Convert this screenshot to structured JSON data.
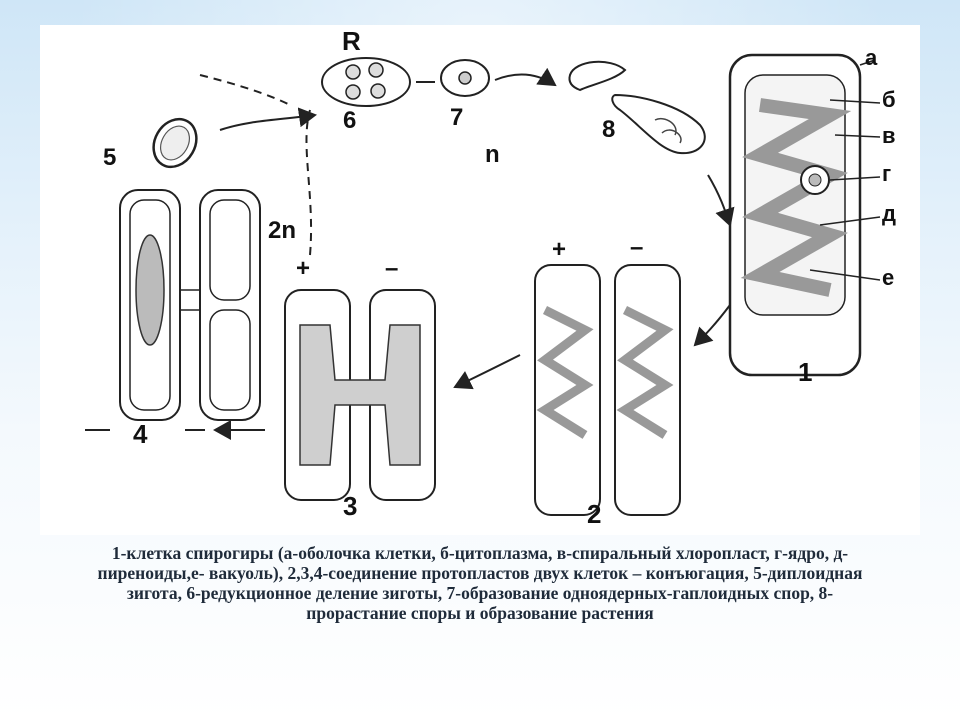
{
  "diagram": {
    "labels": {
      "R": "R",
      "n": "n",
      "two_n": "2n",
      "num1": "1",
      "num2": "2",
      "num3": "3",
      "num4": "4",
      "num5": "5",
      "num6": "6",
      "num7": "7",
      "num8": "8",
      "a": "а",
      "b": "б",
      "v": "в",
      "g": "г",
      "d": "д",
      "e": "е",
      "plus_left": "+",
      "minus_left": "–",
      "plus_right": "+",
      "minus_right": "–"
    }
  },
  "caption": {
    "line1": "1-клетка спирогиры (а-оболочка клетки, б-цитоплазма, в-спиральный хлоропласт, г-ядро, д-",
    "line2": "пиреноиды,е- вакуоль), 2,3,4-соединение протопластов двух клеток – конъюгация, 5-диплоидная",
    "line3": "зигота, 6-редукционное деление зиготы, 7-образование одноядерных-гаплоидных спор, 8-",
    "line4": "прорастание споры и образование растения"
  }
}
